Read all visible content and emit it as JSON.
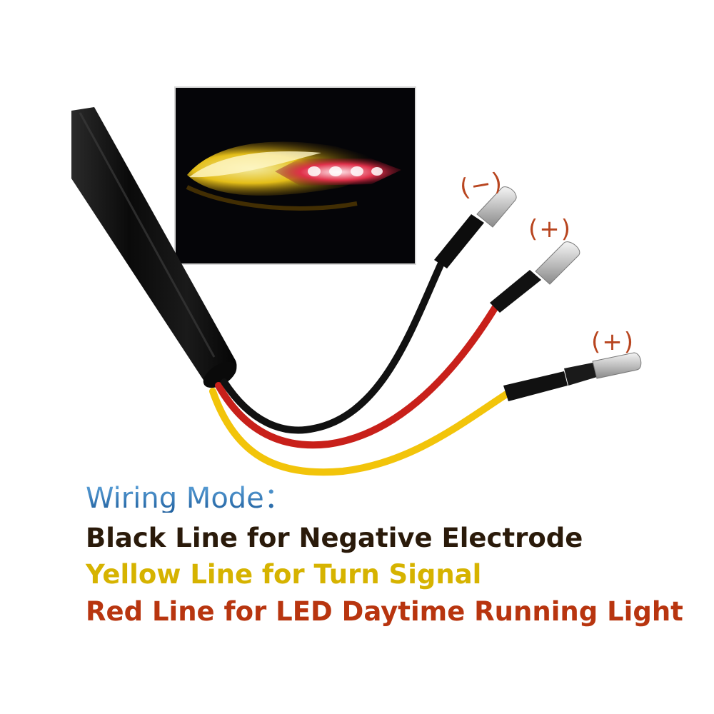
{
  "terminals": {
    "black_polarity": "(−)",
    "red_polarity": "(+)",
    "yellow_polarity": "(+)"
  },
  "caption": {
    "title": "Wiring Mode：",
    "black_line": "Black Line for Negative Electrode",
    "yellow_line": "Yellow Line for Turn Signal",
    "red_line": "Red Line for LED Daytime Running Light"
  },
  "colors": {
    "title_blue": "#2f78c0",
    "black_wire": "#111111",
    "red_wire": "#c8201a",
    "yellow_wire": "#f2c40a",
    "accent_red_text": "#b8350f",
    "accent_yellow_text": "#d6b300"
  }
}
